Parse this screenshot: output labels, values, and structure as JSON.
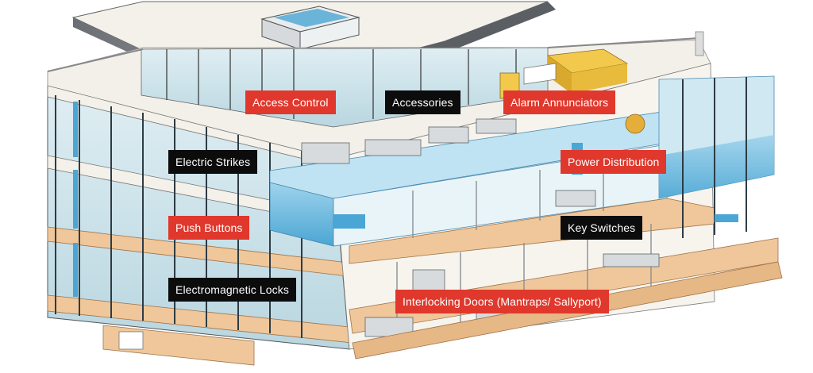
{
  "labels": {
    "access_control": "Access Control",
    "accessories": "Accessories",
    "alarm_annunciators": "Alarm Annunciators",
    "electric_strikes": "Electric Strikes",
    "power_distribution": "Power Distribution",
    "push_buttons": "Push Buttons",
    "key_switches": "Key Switches",
    "electromagnetic_locks": "Electromagnetic Locks",
    "interlocking_doors": "Interlocking Doors (Mantraps/ Sallyport)"
  },
  "colors": {
    "label_red": "#e0382c",
    "label_black": "#0c0c0c",
    "glass": "#cfe6ee",
    "accent_blue": "#4aa6d4",
    "floor_tan": "#efc79a"
  }
}
